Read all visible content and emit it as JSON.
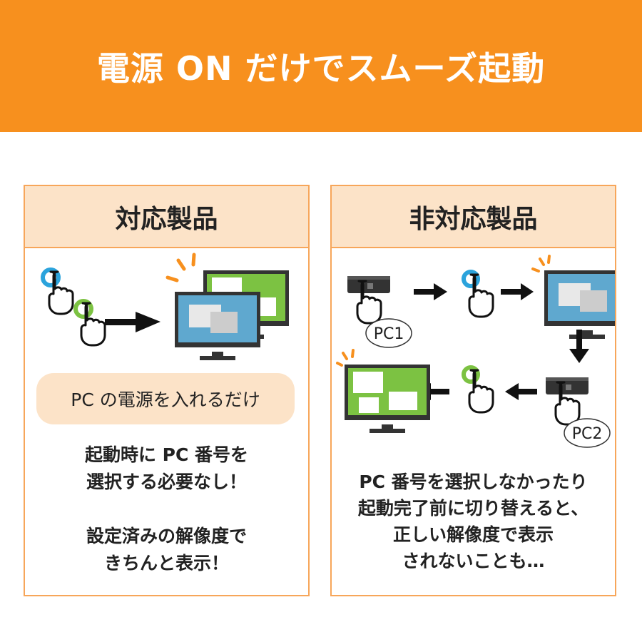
{
  "header": {
    "title": "電源 ON だけでスムーズ起動"
  },
  "supported": {
    "title": "対応製品",
    "pill": "PC の電源を入れるだけ",
    "lines": [
      "起動時に PC 番号を",
      "選択する必要なし！",
      "",
      "設定済みの解像度で",
      "きちんと表示！"
    ]
  },
  "unsupported": {
    "title": "非対応製品",
    "bubble1": "PC1",
    "bubble2": "PC2",
    "lines": [
      "PC 番号を選択しなかったり",
      "起動完了前に切り替えると、",
      "正しい解像度で表示",
      "されないことも…"
    ]
  },
  "colors": {
    "orange": "#F7901E",
    "peach": "#FCE3C8",
    "blue_power": "#2BA3DC",
    "green_power": "#7CC242",
    "screen_blue": "#5FA8CF",
    "screen_green": "#7CC242"
  }
}
